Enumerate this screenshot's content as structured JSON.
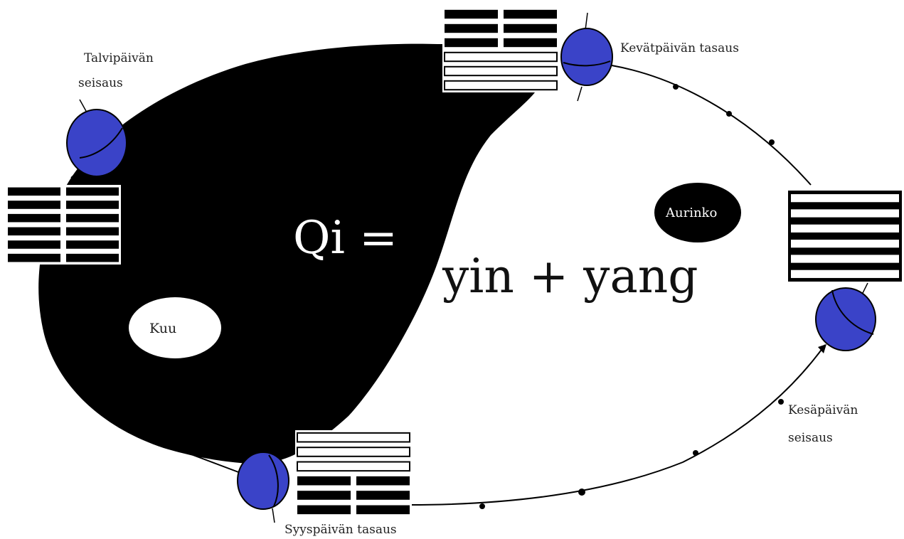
{
  "formula": {
    "left": "Qi =",
    "right": "yin + yang"
  },
  "bodies": {
    "moon": "Kuu",
    "sun": "Aurinko"
  },
  "seasons": {
    "winter_solstice": {
      "line1": "Talvipäivän",
      "line2": "seisaus",
      "trigram": [
        "yin",
        "yin",
        "yin",
        "yin",
        "yin",
        "yin"
      ]
    },
    "spring_equinox": {
      "line1": "Kevätpäivän tasaus",
      "trigram": [
        "yin",
        "yin",
        "yin",
        "yang",
        "yang",
        "yang"
      ]
    },
    "summer_solstice": {
      "line1": "Kesäpäivän",
      "line2": "seisaus",
      "trigram": [
        "yang",
        "yang",
        "yang",
        "yang",
        "yang",
        "yang"
      ]
    },
    "autumn_equinox": {
      "line1": "Syyspäivän tasaus",
      "trigram": [
        "yang",
        "yang",
        "yang",
        "yin",
        "yin",
        "yin"
      ]
    }
  },
  "colors": {
    "yin": "#000000",
    "yang": "#ffffff",
    "earth": "#3a43c8",
    "orbit": "#000000"
  }
}
